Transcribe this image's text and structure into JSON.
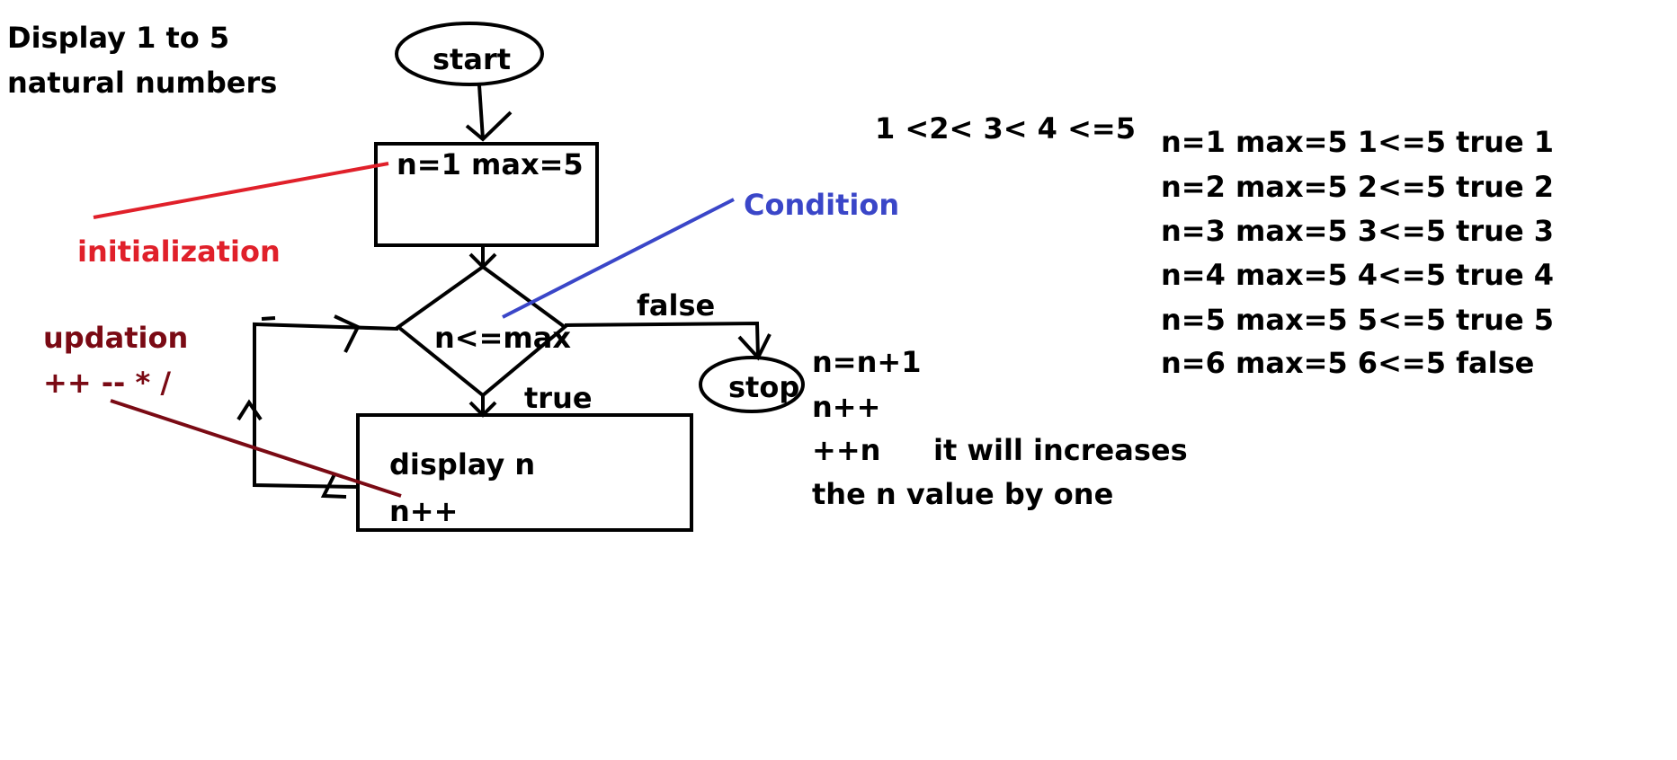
{
  "title_lines": [
    "Display 1 to 5",
    "natural numbers"
  ],
  "annotations": {
    "initialization": "initialization",
    "condition": "Condition",
    "updation": "updation",
    "operators": "++ -- * /"
  },
  "flowchart": {
    "start": "start",
    "init_box": "n=1 max=5",
    "decision": "n<=max",
    "false_label": "false",
    "true_label": "true",
    "stop": "stop",
    "body_line1": "display n",
    "body_line2": "n++"
  },
  "comparison": "1 <2< 3< 4 <=5",
  "increment_notes": {
    "line1": "n=n+1",
    "line2": "n++",
    "line3_left": "++n",
    "line3_right": "it will increases",
    "line4": "the n value by one"
  },
  "trace": [
    "n=1 max=5 1<=5 true 1",
    "n=2 max=5 2<=5 true 2",
    "n=3 max=5 3<=5 true 3",
    "n=4 max=5 4<=5 true 4",
    "n=5 max=5 5<=5 true 5",
    "n=6 max=5 6<=5 false"
  ],
  "colors": {
    "ink": "#000000",
    "initialization": "#e0202a",
    "condition": "#3a46c8",
    "updation": "#7a0a14"
  }
}
